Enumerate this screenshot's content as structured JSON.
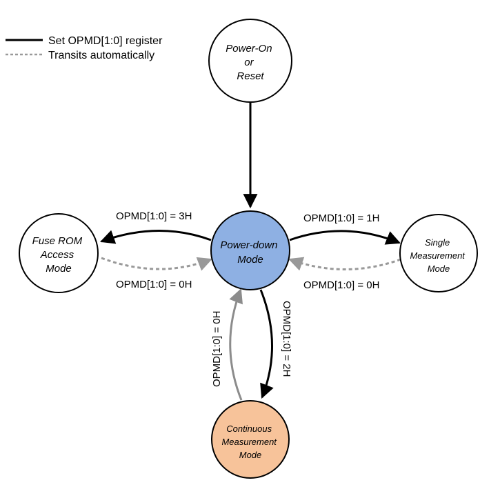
{
  "legend": {
    "solid_label": "Set OPMD[1:0] register",
    "dashed_label": "Transits automatically"
  },
  "nodes": {
    "power_on": {
      "lines": [
        "Power-On",
        "or",
        "Reset"
      ],
      "fill": "#ffffff"
    },
    "power_down": {
      "lines": [
        "Power-down",
        "Mode"
      ],
      "fill": "#8eb0e3"
    },
    "fuse_rom": {
      "lines": [
        "Fuse ROM",
        "Access",
        "Mode"
      ],
      "fill": "#ffffff"
    },
    "single": {
      "lines": [
        "Single",
        "Measurement",
        "Mode"
      ],
      "fill": "#ffffff"
    },
    "continuous": {
      "lines": [
        "Continuous",
        "Measurement",
        "Mode"
      ],
      "fill": "#f7c39a"
    }
  },
  "transitions": {
    "to_fuse": "OPMD[1:0] = 3H",
    "from_fuse": "OPMD[1:0] = 0H",
    "to_single": "OPMD[1:0] = 1H",
    "from_single": "OPMD[1:0] = 0H",
    "to_continuous": "OPMD[1:0] = 2H",
    "from_continuous": "OPMD[1:0] = 0H"
  },
  "colors": {
    "solid_arrow": "#000000",
    "dashed_arrow": "#999999",
    "gray_arrow": "#8c8c8c",
    "node_stroke": "#000000"
  }
}
